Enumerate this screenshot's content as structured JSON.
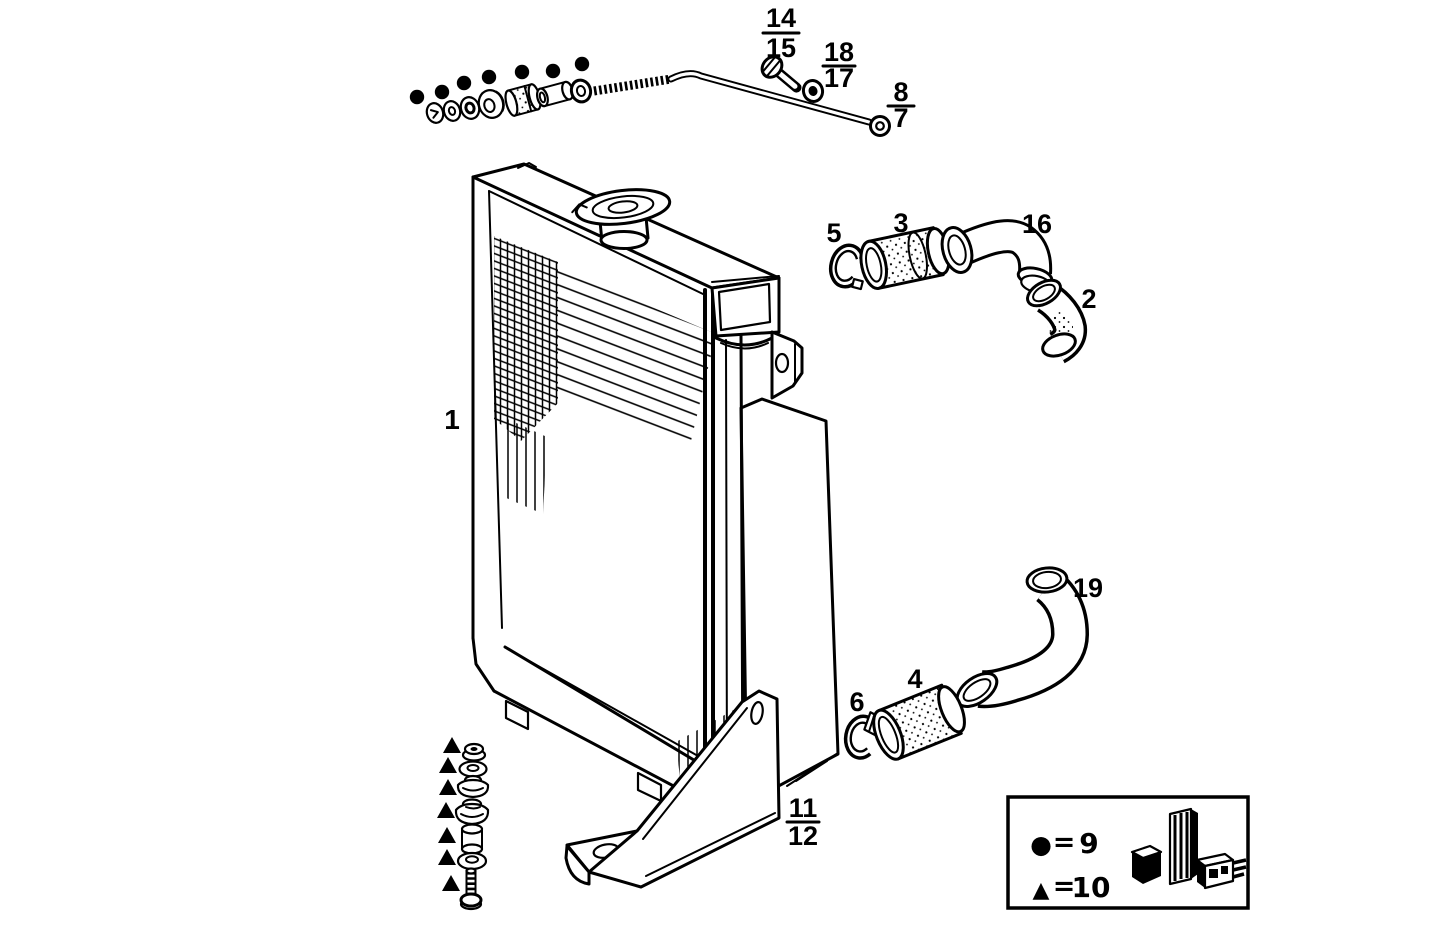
{
  "diagram": {
    "colors": {
      "ink": "#000000",
      "paper": "#ffffff"
    },
    "callouts": {
      "radiator": "1",
      "outlet_hose": "2",
      "upper_sleeve": "3",
      "lower_sleeve": "4",
      "upper_clamp": "5",
      "lower_clamp": "6",
      "stay_rod": {
        "num": "8",
        "den": "7"
      },
      "support_bracket": {
        "num": "11",
        "den": "12"
      },
      "stay_bolt": {
        "num": "14",
        "den": "15"
      },
      "elbow_pipe": "16",
      "stay_washer": {
        "num": "18",
        "den": "17"
      },
      "bottom_hose": "19"
    },
    "legend": {
      "rows": [
        {
          "symbol": "●",
          "eq": "=",
          "value": "9"
        },
        {
          "symbol": "▲",
          "eq": "=",
          "value": "10"
        }
      ]
    }
  }
}
